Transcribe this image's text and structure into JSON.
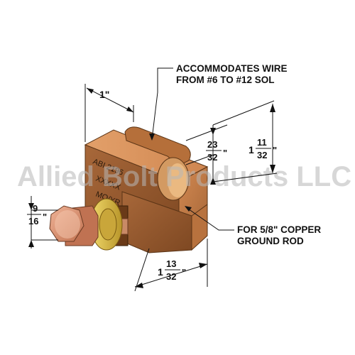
{
  "callouts": {
    "wire_line1": "ACCOMMODATES WIRE",
    "wire_line2": "FROM  #6 TO #12 SOL",
    "rod_line1": "FOR 5/8\" COPPER",
    "rod_line2": "GROUND ROD"
  },
  "dimensions": {
    "top_width": "1\"",
    "groove_num": "23",
    "groove_den": "32",
    "groove_unit": "\"",
    "height_whole": "1",
    "height_num": "11",
    "height_den": "32",
    "height_unit": "\"",
    "bolt_num": "9",
    "bolt_den": "16",
    "bolt_unit": "\"",
    "length_whole": "1",
    "length_num": "13",
    "length_den": "32",
    "length_unit": "\""
  },
  "stamp": {
    "line1": "ABI 2196",
    "line2": "XXXXX",
    "line3": "MO/YR"
  },
  "watermark": "Allied Bolt Products LLC",
  "colors": {
    "bronze_front": "#9a5c2c",
    "bronze_top": "#d9915a",
    "bronze_side": "#c67c44",
    "bolt": "#d9886a",
    "washer": "#d8b844"
  }
}
